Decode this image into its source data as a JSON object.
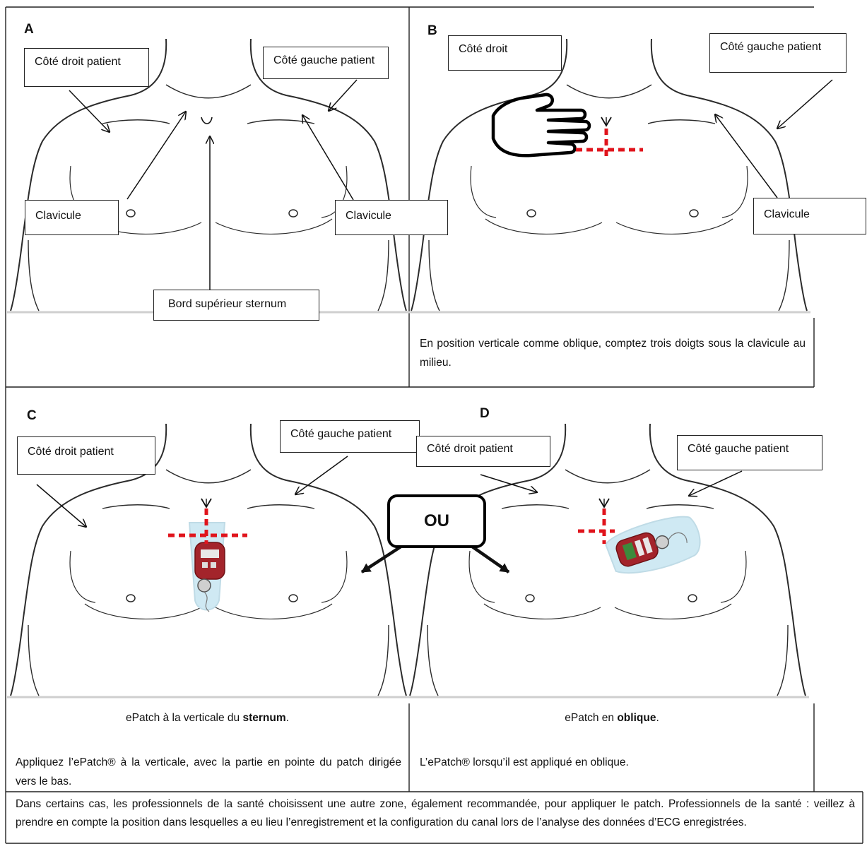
{
  "panels": {
    "A": {
      "letter": "A",
      "right_side_label": "Côté droit patient",
      "left_side_label": "Côté gauche patient",
      "clavicle_right_label": "Clavicule",
      "clavicle_left_label": "Clavicule",
      "sternum_label": "Bord supérieur sternum"
    },
    "B": {
      "letter": "B",
      "right_side_label": "Côté droit",
      "left_side_label": "Côté gauche patient",
      "clavicle_label": "Clavicule",
      "caption": "En position verticale comme oblique, comptez trois doigts sous la clavicule au milieu."
    },
    "C": {
      "letter": "C",
      "right_side_label": "Côté droit patient",
      "left_side_label": "Côté gauche patient",
      "caption_prefix": "ePatch à la verticale du ",
      "caption_bold": "sternum",
      "caption_suffix": ".",
      "instruction": "Appliquez l’ePatch® à la verticale, avec la partie en pointe du patch dirigée vers le bas."
    },
    "D": {
      "letter": "D",
      "right_side_label": "Côté droit patient",
      "left_side_label": "Côté gauche patient",
      "caption_prefix": "ePatch en ",
      "caption_bold": "oblique",
      "caption_suffix": ".",
      "instruction": "L’ePatch® lorsqu’il est appliqué en oblique."
    }
  },
  "or_label": "OU",
  "footer_note": "Dans certains cas, les professionnels de la santé choisissent une autre zone, également recommandée, pour appliquer le patch. Professionnels de la santé : veillez à prendre en compte la position dans lesquelles a eu lieu l’enregistrement et la configuration du canal lors de l’analyse des données d’ECG enregistrées.",
  "colors": {
    "marker_red": "#e0141c",
    "patch_blue": "#cfe9f3",
    "device_red": "#a3242b",
    "line": "#222222"
  }
}
